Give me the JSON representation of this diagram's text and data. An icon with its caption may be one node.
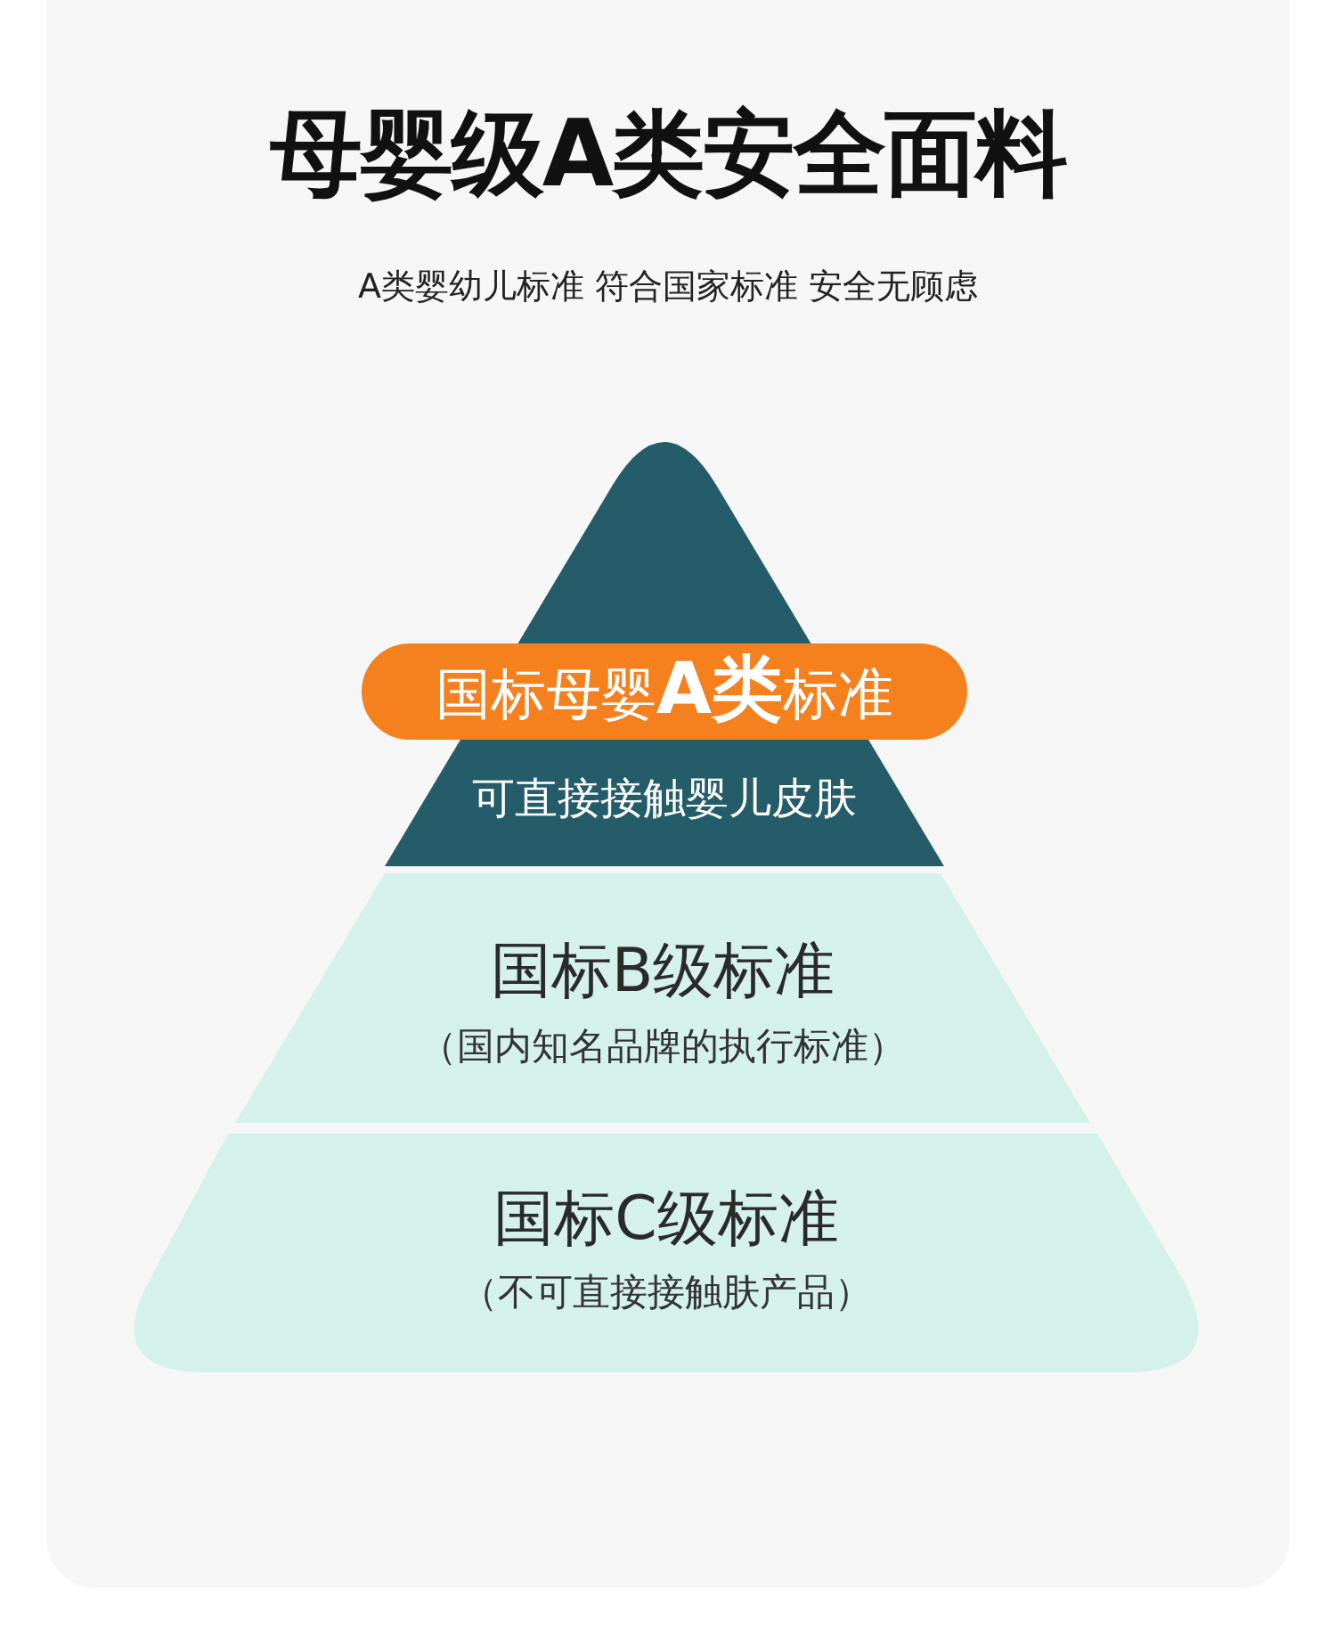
{
  "diagram": {
    "title": "母婴级A类安全面料",
    "nodes": [
      {
        "text": [
          "可直接接触婴儿皮肤"
        ]
      },
      {
        "text": [
          "国标母婴**A类**标准"
        ]
      },
      {
        "text": [
          "国标B级标准",
          "（国内知名品牌的执行标准）"
        ]
      },
      {
        "text": [
          "国标C级标准",
          "（不可直接接触肤产品）"
        ]
      }
    ],
    "labels": [
      "A类婴幼儿标准 符合国家标准 安全无顾虑"
    ]
  }
}
